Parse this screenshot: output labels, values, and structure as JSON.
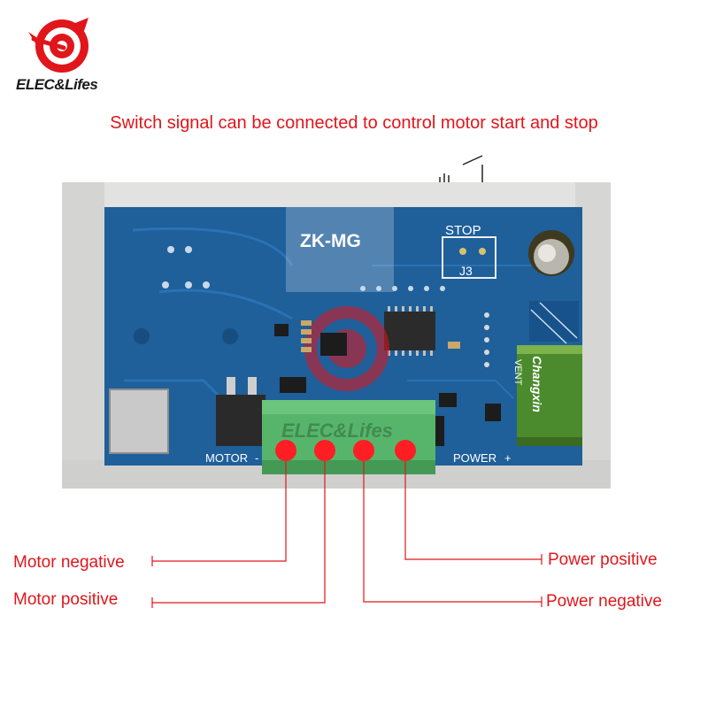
{
  "brand": {
    "name": "ELEC&Lifes",
    "logo_icon": "target-arrow-icon",
    "accent": "#e0161b"
  },
  "headline": "Switch signal can be connected to control motor start and stop",
  "board": {
    "model": "ZK-MG",
    "stop_label": "STOP",
    "jumper_label": "J3",
    "motor_label": "MOTOR",
    "power_label": "POWER",
    "minus_sign": "-",
    "plus_sign": "+",
    "watermark": "ELEC&Lifes",
    "capacitor_brand": "Changxin",
    "capacitor_sub": "VENT",
    "colors": {
      "pcb": "#1f5f9a",
      "terminal": "#57b56b",
      "case": "#e2e2e0"
    }
  },
  "callouts": {
    "motor_negative": "Motor negative",
    "motor_positive": "Motor positive",
    "power_positive": "Power positive",
    "power_negative": "Power negative"
  }
}
